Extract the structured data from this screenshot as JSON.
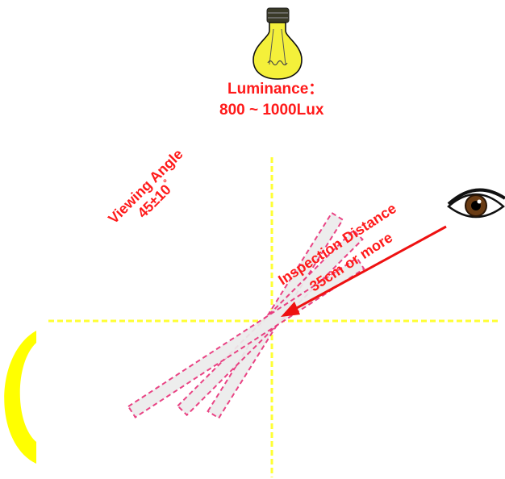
{
  "luminance": {
    "label": "Luminance：",
    "value": "800 ~ 1000Lux"
  },
  "viewing_angle": {
    "label": "Viewing Angle",
    "value": "45±10",
    "degree_mark": "°"
  },
  "inspection_distance": {
    "label": "Inspection Distance",
    "value": "35cm or more"
  },
  "colors": {
    "text": "#ff1a1a",
    "axis": "#ffff33",
    "cone_stroke": "#e8347a",
    "cone_fill": "#ececec",
    "arrow": "#ee1111",
    "crescent": "#ffff00",
    "bulb_glass": "#f4f03a"
  },
  "icons": [
    "light-bulb-icon",
    "eye-icon",
    "arrow-icon"
  ]
}
